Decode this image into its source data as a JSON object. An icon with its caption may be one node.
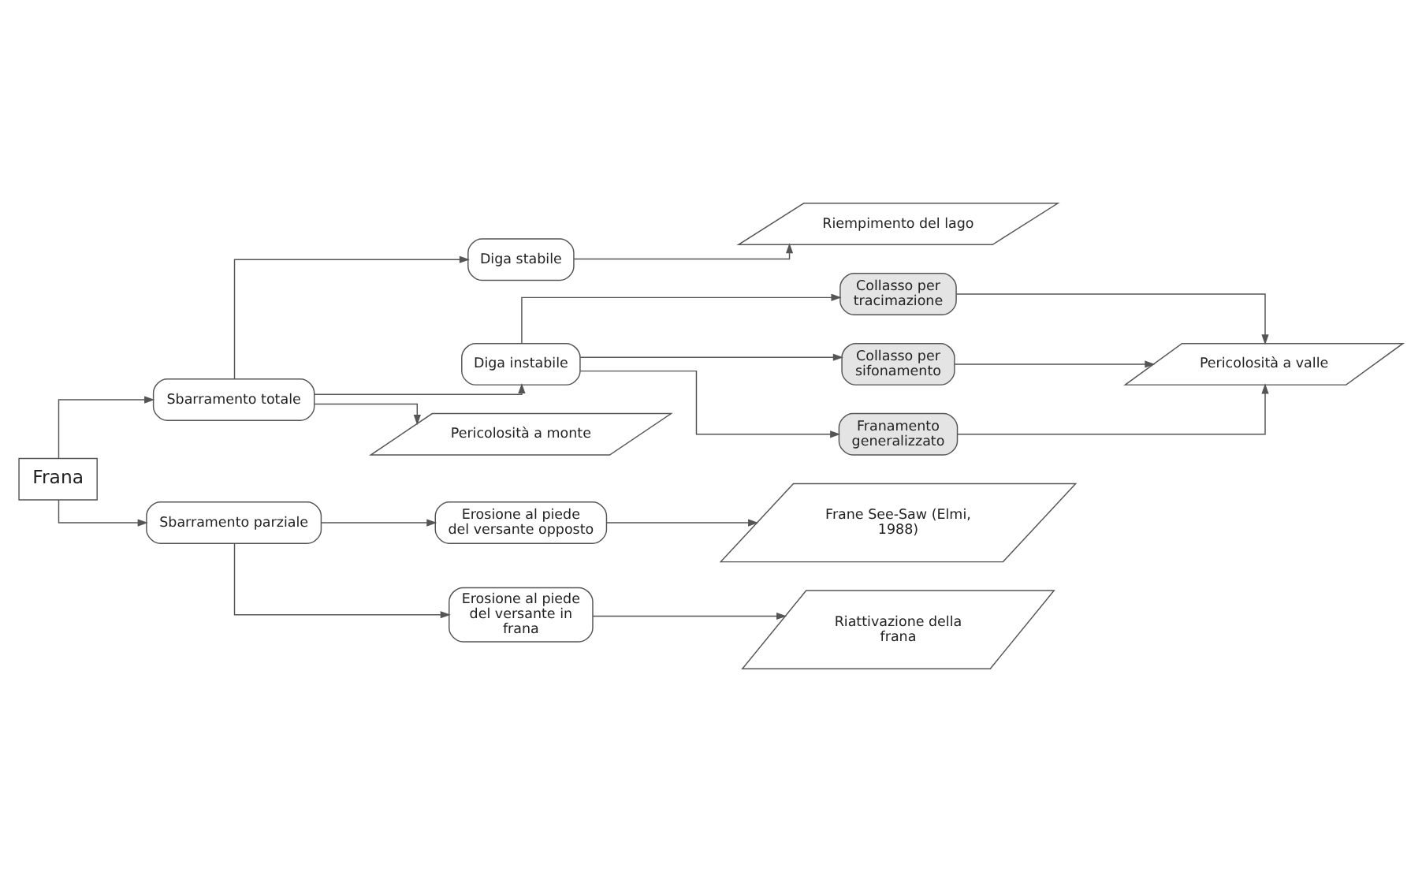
{
  "diagram": {
    "nodes": [
      {
        "text": [
          "Frana"
        ]
      },
      {
        "text": [
          "Sbarramento totale"
        ]
      },
      {
        "text": [
          "Sbarramento parziale"
        ]
      },
      {
        "text": [
          "Diga stabile"
        ]
      },
      {
        "text": [
          "Diga instabile"
        ]
      },
      {
        "text": [
          "Collasso per tracimazione"
        ]
      },
      {
        "text": [
          "Collasso per sifonamento"
        ]
      },
      {
        "text": [
          "Franamento generalizzato"
        ]
      },
      {
        "text": [
          "Erosione al piede del versante opposto"
        ]
      },
      {
        "text": [
          "Erosione al piede del versante in frana"
        ]
      },
      {
        "text": [
          "Pericolosità a monte"
        ]
      },
      {
        "text": [
          "Riempimento del lago"
        ]
      },
      {
        "text": [
          "Pericolosità a valle"
        ]
      },
      {
        "text": [
          "Frane See-Saw (Elmi, 1988)"
        ]
      },
      {
        "text": [
          "Riattivazione della frana"
        ]
      }
    ],
    "edges": [
      {
        "from": 0,
        "to": 1,
        "arrow": "to"
      },
      {
        "from": 0,
        "to": 2,
        "arrow": "to"
      },
      {
        "from": 1,
        "to": 10,
        "arrow": "to"
      },
      {
        "from": 1,
        "to": 3,
        "arrow": "to"
      },
      {
        "from": 1,
        "to": 4,
        "arrow": "to"
      },
      {
        "from": 3,
        "to": 11,
        "arrow": "to"
      },
      {
        "from": 4,
        "to": 5,
        "arrow": "to"
      },
      {
        "from": 4,
        "to": 6,
        "arrow": "to"
      },
      {
        "from": 4,
        "to": 7,
        "arrow": "to"
      },
      {
        "from": 5,
        "to": 12,
        "arrow": "to"
      },
      {
        "from": 6,
        "to": 12,
        "arrow": "to"
      },
      {
        "from": 7,
        "to": 12,
        "arrow": "to"
      },
      {
        "from": 2,
        "to": 8,
        "arrow": "to"
      },
      {
        "from": 2,
        "to": 9,
        "arrow": "to"
      },
      {
        "from": 8,
        "to": 13,
        "arrow": "to"
      },
      {
        "from": 9,
        "to": 14,
        "arrow": "to"
      }
    ]
  }
}
